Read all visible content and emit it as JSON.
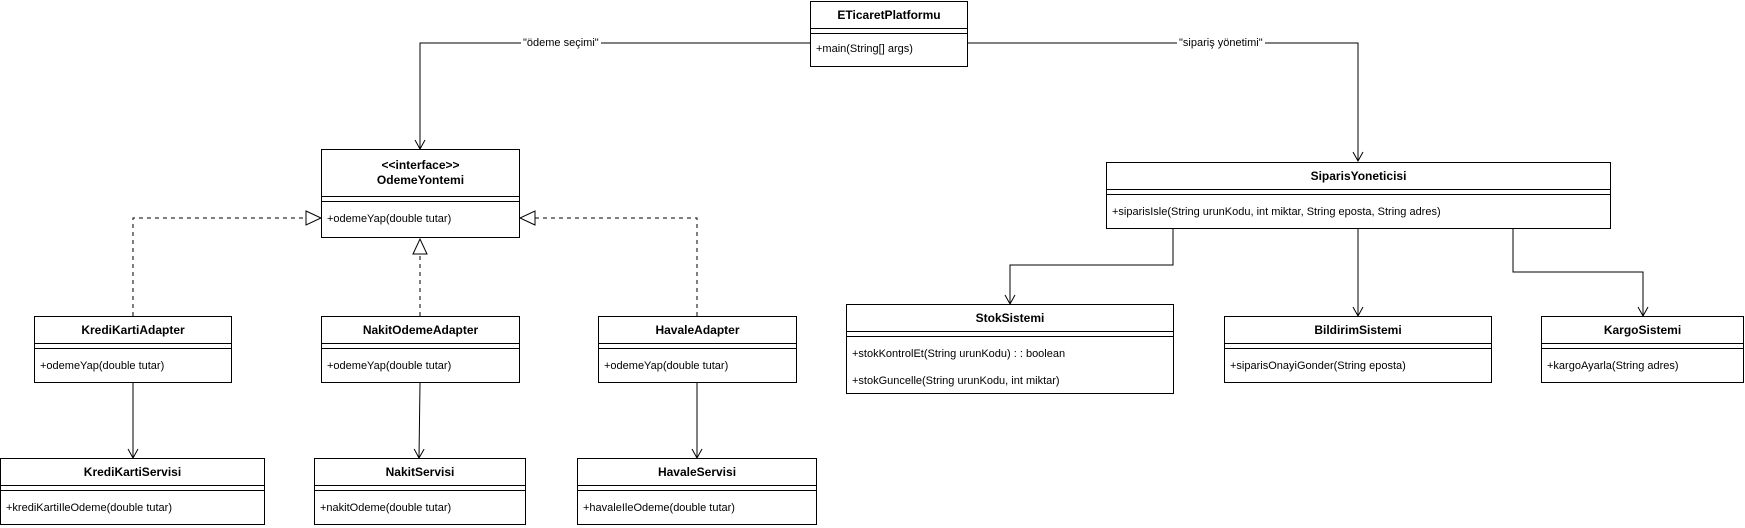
{
  "classes": {
    "eticaret": {
      "name": "ETicaretPlatformu",
      "ops": [
        "+main(String[] args)"
      ]
    },
    "odeme_yontemi": {
      "stereotype": "<<interface>>",
      "name": "OdemeYontemi",
      "ops": [
        "+odemeYap(double tutar)"
      ]
    },
    "kredi_adapter": {
      "name": "KrediKartiAdapter",
      "ops": [
        "+odemeYap(double tutar)"
      ]
    },
    "nakit_adapter": {
      "name": "NakitOdemeAdapter",
      "ops": [
        "+odemeYap(double tutar)"
      ]
    },
    "havale_adapter": {
      "name": "HavaleAdapter",
      "ops": [
        "+odemeYap(double tutar)"
      ]
    },
    "kredi_servisi": {
      "name": "KrediKartiServisi",
      "ops": [
        "+krediKartiIleOdeme(double tutar)"
      ]
    },
    "nakit_servisi": {
      "name": "NakitServisi",
      "ops": [
        "+nakitOdeme(double tutar)"
      ]
    },
    "havale_servisi": {
      "name": "HavaleServisi",
      "ops": [
        "+havaleIleOdeme(double tutar)"
      ]
    },
    "siparis": {
      "name": "SiparisYoneticisi",
      "ops": [
        "+siparisIsle(String urunKodu, int miktar, String eposta, String adres)"
      ]
    },
    "stok": {
      "name": "StokSistemi",
      "ops": [
        "+stokKontrolEt(String urunKodu) : : boolean",
        "+stokGuncelle(String urunKodu, int miktar)"
      ]
    },
    "bildirim": {
      "name": "BildirimSistemi",
      "ops": [
        "+siparisOnayiGonder(String eposta)"
      ]
    },
    "kargo": {
      "name": "KargoSistemi",
      "ops": [
        "+kargoAyarla(String adres)"
      ]
    }
  },
  "edge_labels": {
    "odeme_secimi": "\"ödeme seçimi\"",
    "siparis_yonetimi": "\"sipariş yönetimi\""
  }
}
